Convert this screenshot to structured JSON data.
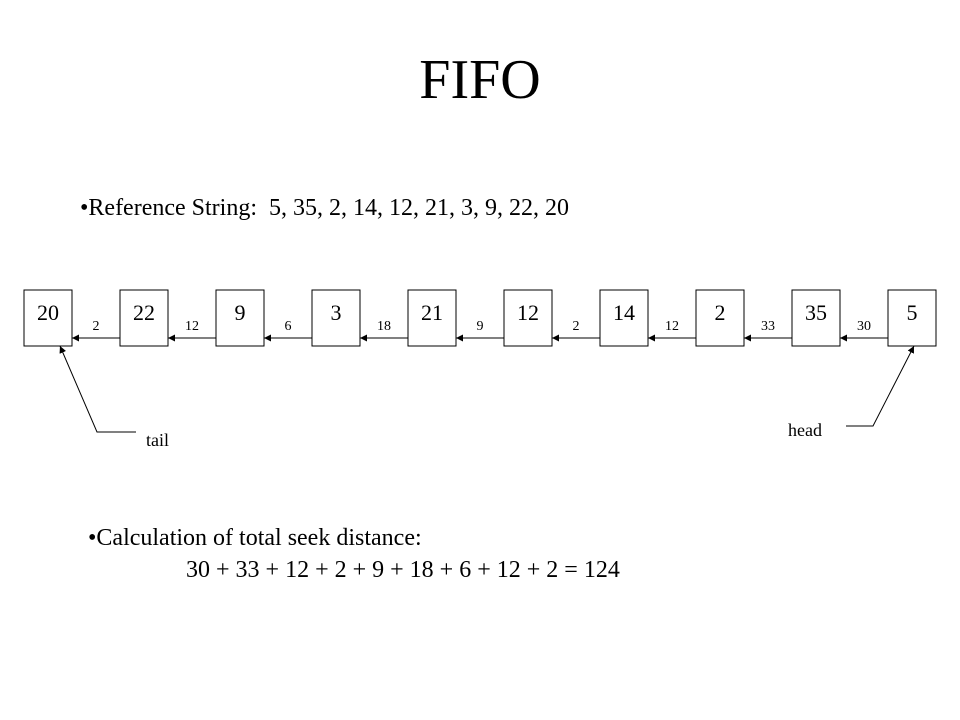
{
  "title": "FIFO",
  "reference": {
    "bullet": "•",
    "label": "Reference String:",
    "value": "5, 35, 2, 14, 12, 21, 3, 9, 22, 20"
  },
  "queue": {
    "nodes": [
      "20",
      "22",
      "9",
      "3",
      "21",
      "12",
      "14",
      "2",
      "35",
      "5"
    ],
    "distances": [
      "2",
      "12",
      "6",
      "18",
      "9",
      "2",
      "12",
      "33",
      "30"
    ],
    "tail_label": "tail",
    "head_label": "head"
  },
  "calculation": {
    "bullet": "•",
    "label": "Calculation of total seek distance:",
    "equation": "30 + 33 + 12 + 2 + 9 + 18 + 6 + 12 + 2 = 124"
  }
}
